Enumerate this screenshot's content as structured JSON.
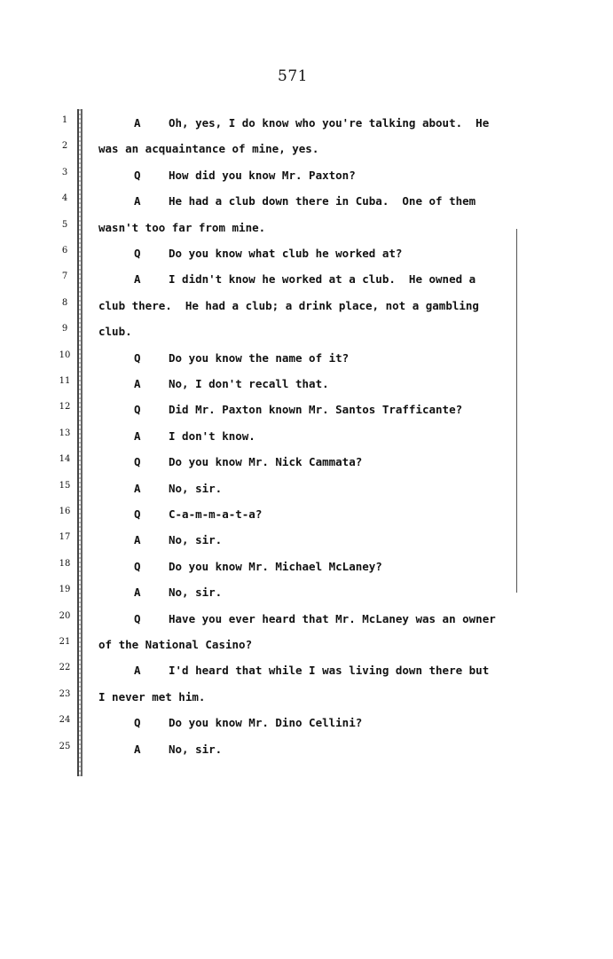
{
  "page_number": "571",
  "lines": [
    {
      "num": "1",
      "speaker": "A",
      "text": "Oh, yes, I do know who you're talking about.  He"
    },
    {
      "num": "2",
      "speaker": "",
      "text": "was an acquaintance of mine, yes."
    },
    {
      "num": "3",
      "speaker": "Q",
      "text": "How did you know Mr. Paxton?"
    },
    {
      "num": "4",
      "speaker": "A",
      "text": "He had a club down there in Cuba.  One of them"
    },
    {
      "num": "5",
      "speaker": "",
      "text": "wasn't too far from mine."
    },
    {
      "num": "6",
      "speaker": "Q",
      "text": "Do you know what club he worked at?"
    },
    {
      "num": "7",
      "speaker": "A",
      "text": "I didn't know he worked at a club.  He owned a"
    },
    {
      "num": "8",
      "speaker": "",
      "text": "club there.  He had a club; a drink place, not a gambling"
    },
    {
      "num": "9",
      "speaker": "",
      "text": "club."
    },
    {
      "num": "10",
      "speaker": "Q",
      "text": "Do you know the name of it?"
    },
    {
      "num": "11",
      "speaker": "A",
      "text": "No, I don't recall that."
    },
    {
      "num": "12",
      "speaker": "Q",
      "text": "Did Mr. Paxton known Mr. Santos Trafficante?"
    },
    {
      "num": "13",
      "speaker": "A",
      "text": "I don't know."
    },
    {
      "num": "14",
      "speaker": "Q",
      "text": "Do you know Mr. Nick Cammata?"
    },
    {
      "num": "15",
      "speaker": "A",
      "text": "No, sir."
    },
    {
      "num": "16",
      "speaker": "Q",
      "text": "C-a-m-m-a-t-a?"
    },
    {
      "num": "17",
      "speaker": "A",
      "text": "No, sir."
    },
    {
      "num": "18",
      "speaker": "Q",
      "text": "Do you know Mr. Michael McLaney?"
    },
    {
      "num": "19",
      "speaker": "A",
      "text": "No, sir."
    },
    {
      "num": "20",
      "speaker": "Q",
      "text": "Have you ever heard that Mr. McLaney was an owner"
    },
    {
      "num": "21",
      "speaker": "",
      "text": "of the National Casino?"
    },
    {
      "num": "22",
      "speaker": "A",
      "text": "I'd heard that while I was living down there but"
    },
    {
      "num": "23",
      "speaker": "",
      "text": "I never met him."
    },
    {
      "num": "24",
      "speaker": "Q",
      "text": "Do you know Mr. Dino Cellini?"
    },
    {
      "num": "25",
      "speaker": "A",
      "text": "No, sir."
    }
  ]
}
